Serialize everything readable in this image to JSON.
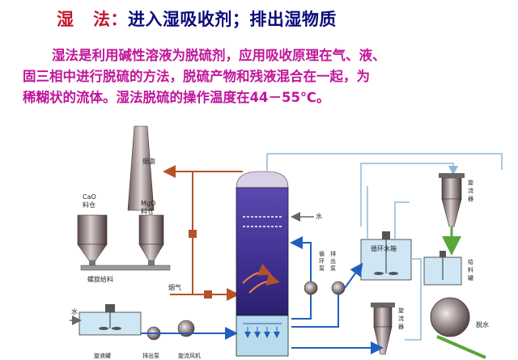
{
  "title": {
    "keyword": "湿",
    "keyword2": "法：",
    "rest": "进入湿吸收剂；排出湿物质"
  },
  "paragraph": {
    "line1": "湿法是利用碱性溶液为脱硫剂，应用吸收原理在气、液、",
    "line2": "固三相中进行脱硫的方法，脱硫产物和残液混合在一起，为",
    "line3_pre": "稀糊状的流体。湿法脱硫的操作温度在",
    "line3_temp": "44－55℃",
    "line3_post": "。"
  },
  "diagram": {
    "labels": {
      "chimney": "烟囱",
      "cao_bin_1": "CaO",
      "cao_bin_2": "料仓",
      "mgo_bin_1": "MgO",
      "mgo_bin_2": "料仓",
      "screw_feeder": "螺旋给料",
      "water_left": "水",
      "flue_gas": "烟气",
      "water_tower": "水",
      "circ_pump_1": "循",
      "circ_pump_2": "环",
      "circ_pump_3": "泵",
      "out_pump_1": "排",
      "out_pump_2": "出",
      "out_pump_3": "泵",
      "circ_tank": "循环水箱",
      "cyclone_top_1": "旋",
      "cyclone_top_2": "流",
      "cyclone_top_3": "器",
      "cyclone_bot_1": "旋",
      "cyclone_bot_2": "流",
      "cyclone_bot_3": "器",
      "feed_tank_1": "给",
      "feed_tank_2": "料",
      "feed_tank_3": "罐",
      "dewater": "脱水",
      "bottom_1": "旋液罐",
      "bottom_2": "排出泵",
      "bottom_3": "旋流风机"
    },
    "colors": {
      "tower_top": "#4b3a9e",
      "tower_bottom": "#2a1f6e",
      "pipe_gas": "#b4532a",
      "pipe_water": "#1f5fbf",
      "pipe_slurry": "#5aa63c",
      "pipe_light": "#8fb8d8"
    }
  }
}
